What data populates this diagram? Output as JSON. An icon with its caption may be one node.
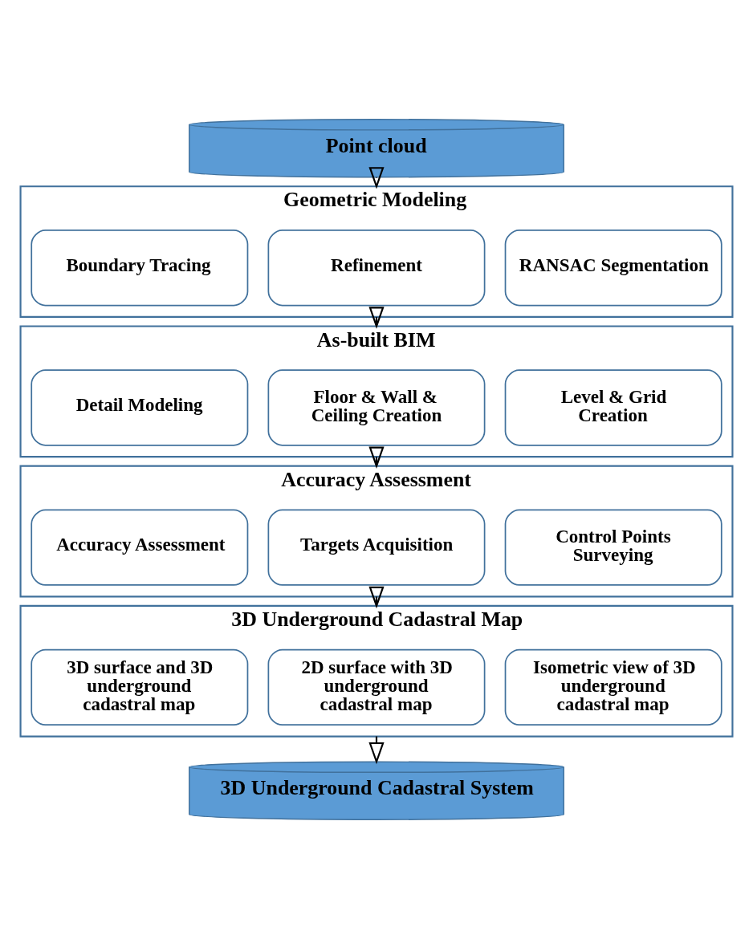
{
  "diagram": {
    "nodes": [
      {
        "text": [
          "Point cloud"
        ]
      },
      {
        "text": [
          "Geometric Modeling"
        ]
      },
      {
        "text": [
          "RANSAC Segmentation"
        ],
        "in": 1
      },
      {
        "text": [
          "Refinement"
        ],
        "in": 1
      },
      {
        "text": [
          "Boundary Tracing"
        ],
        "in": 1
      },
      {
        "text": [
          "As-built BIM"
        ]
      },
      {
        "text": [
          "Level & Grid Creation"
        ],
        "in": 5
      },
      {
        "text": [
          "Floor & Wall & Ceiling Creation"
        ],
        "in": 5
      },
      {
        "text": [
          "Detail Modeling"
        ],
        "in": 5
      },
      {
        "text": [
          "Accuracy Assessment"
        ]
      },
      {
        "text": [
          "Control Points Surveying"
        ],
        "in": 9
      },
      {
        "text": [
          "Targets Acquisition"
        ],
        "in": 9
      },
      {
        "text": [
          "Accuracy Assessment"
        ],
        "in": 9
      },
      {
        "text": [
          "3D Underground Cadastral Map"
        ]
      },
      {
        "text": [
          "Isometric view of 3D underground cadastral map"
        ],
        "in": 13
      },
      {
        "text": [
          "2D surface with 3D underground cadastral map"
        ],
        "in": 13
      },
      {
        "text": [
          "3D surface and 3D underground cadastral map"
        ],
        "in": 13
      },
      {
        "text": [
          "3D Underground Cadastral System"
        ]
      }
    ],
    "edges": [
      {
        "from": 0,
        "to": 1,
        "arrow": "to"
      },
      {
        "from": 1,
        "to": 5,
        "arrow": "to"
      },
      {
        "from": 5,
        "to": 9,
        "arrow": "to"
      },
      {
        "from": 9,
        "to": 13,
        "arrow": "to"
      },
      {
        "from": 13,
        "to": 17,
        "arrow": "to"
      }
    ]
  }
}
